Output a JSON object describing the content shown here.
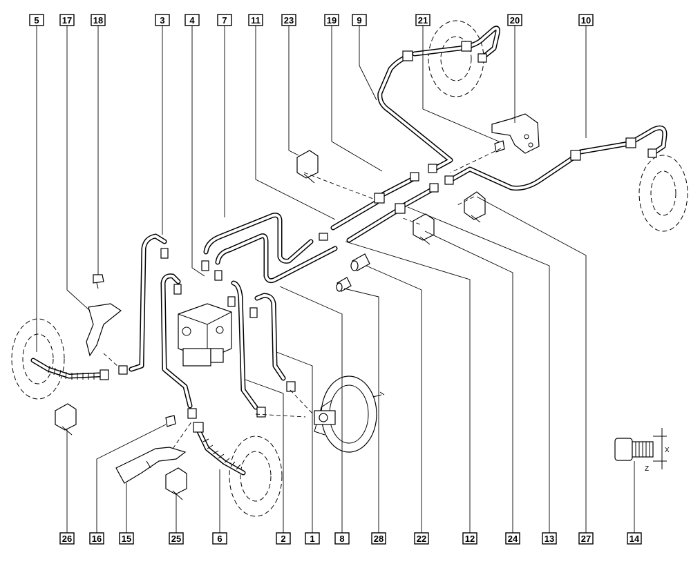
{
  "diagram": {
    "callouts_top": [
      "5",
      "17",
      "18",
      "3",
      "4",
      "7",
      "11",
      "23",
      "19",
      "9",
      "21",
      "20",
      "10"
    ],
    "callouts_bottom": [
      "26",
      "16",
      "15",
      "25",
      "6",
      "2",
      "1",
      "8",
      "28",
      "22",
      "12",
      "24",
      "13",
      "27",
      "14"
    ],
    "dimension_labels": {
      "x": "X",
      "z": "Z"
    }
  }
}
